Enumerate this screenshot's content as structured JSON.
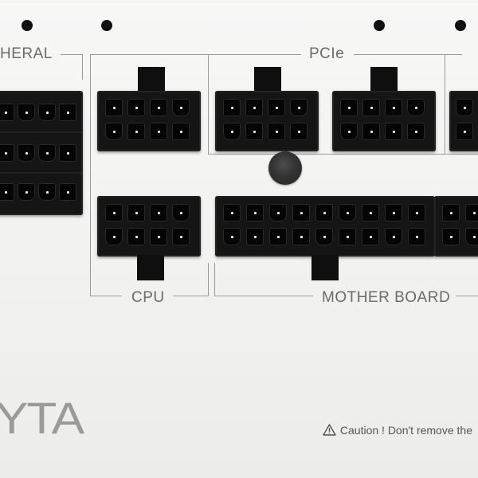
{
  "labels": {
    "peripheral": "HERAL",
    "pcie": "PCIe",
    "cpu": "CPU",
    "motherboard": "MOTHER BOARD"
  },
  "caution": {
    "text": "Caution ! Don't remove the",
    "icon": "warning-triangle-icon"
  },
  "logo": {
    "text": "YTA"
  },
  "colors": {
    "panel": "#f3f3f2",
    "connector": "#151515",
    "label": "#6b6b6b",
    "guide_line": "#9a9a9a"
  }
}
